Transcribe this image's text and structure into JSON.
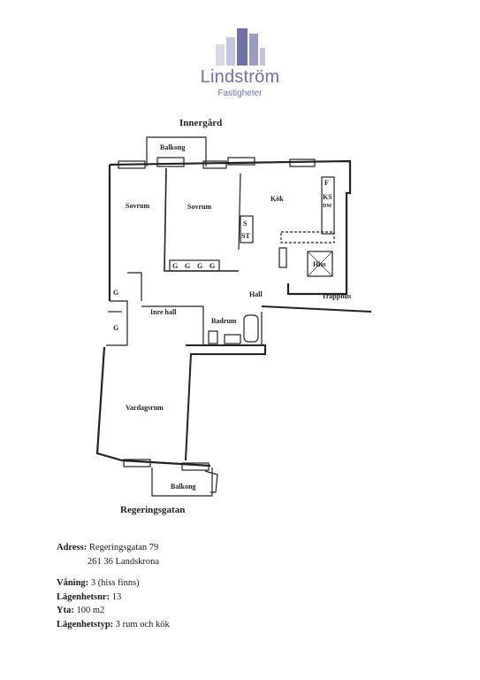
{
  "brand": {
    "name": "Lindström",
    "subtitle": "Fastigheter",
    "color": "#6f72a4"
  },
  "plan": {
    "top_street": "Innergård",
    "bottom_street": "Regeringsgatan",
    "rooms": {
      "balkong_top": "Balkong",
      "sovrum_left": "Sovrum",
      "sovrum_mid": "Sovrum",
      "kok": "Kök",
      "hall": "Hall",
      "inre_hall": "Inre hall",
      "badrum": "Badrum",
      "vardagsrum": "Vardagsrum",
      "balkong_bottom": "Balkong",
      "trapphus": "Trapphus",
      "hiss": "Hiss"
    },
    "fixtures": {
      "s": "S",
      "st": "ST",
      "f": "F",
      "ks": "KS",
      "dm": "DM",
      "g_closet": [
        "G",
        "G",
        "G",
        "G"
      ],
      "g_inner_1": "G",
      "g_inner_2": "G"
    }
  },
  "info": {
    "address_label": "Adress:",
    "address_line1": "Regeringsgatan 79",
    "address_line2": "261 36 Landskrona",
    "floor_label": "Våning:",
    "floor_value": "3 (hiss finns)",
    "apt_label": "Lägenhetsnr:",
    "apt_value": "13",
    "area_label": "Yta:",
    "area_value": "100 m2",
    "type_label": "Lägenhetstyp:",
    "type_value": "3 rum och kök"
  }
}
